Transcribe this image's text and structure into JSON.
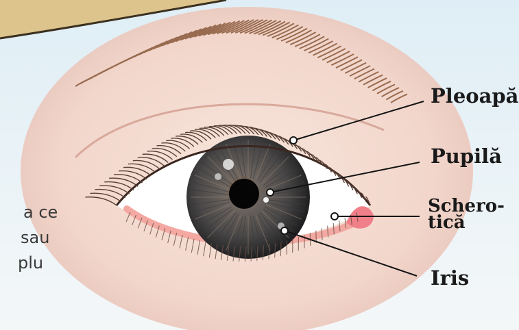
{
  "labels": {
    "eyelid": "Pleoapă",
    "pupil": "Pupilă",
    "sclera_line1": "Schero-",
    "sclera_line2": "tică",
    "iris": "Iris"
  },
  "page_text": [
    "a ce",
    "sau",
    "plu"
  ],
  "colors": {
    "background": "#eaf2f6",
    "tan_strip": "#ddc48c",
    "skin": "#f4dcd2",
    "skin_shadow": "#e9c3b8",
    "eyebrow": "#8a5a3c",
    "lash": "#5a4036",
    "sclera": "#ffffff",
    "lower_lid": "#f3a9a2",
    "tear_duct": "#f07f8a",
    "iris_outer": "#2a2a2c",
    "iris_inner": "#6f6a66",
    "iris_brown": "#8c5a38",
    "pupil": "#050505",
    "leader_line": "#141414"
  }
}
